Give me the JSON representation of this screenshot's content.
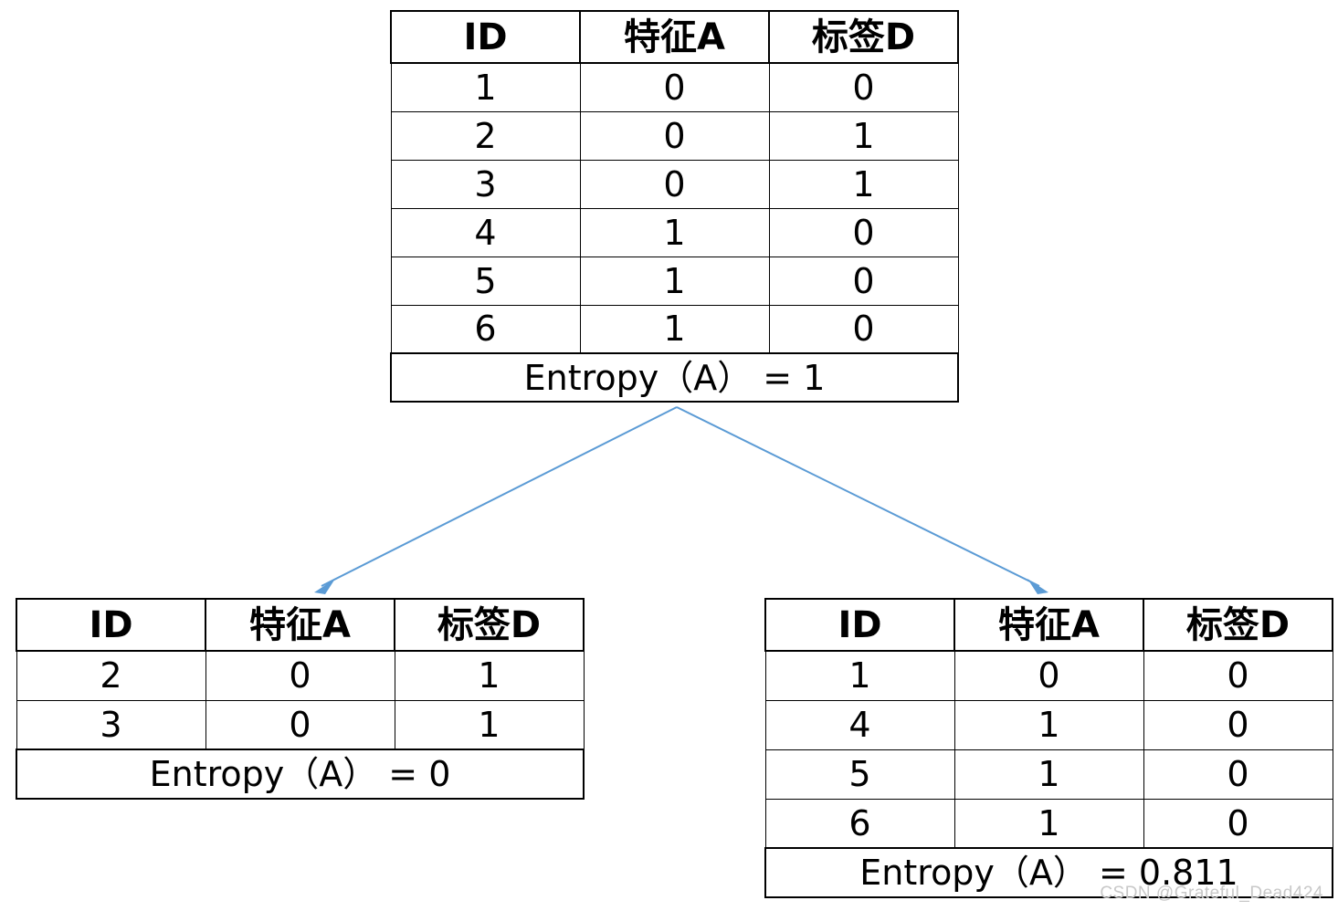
{
  "root_table": {
    "headers": [
      "ID",
      "特征A",
      "标签D"
    ],
    "rows": [
      [
        "1",
        "0",
        "0"
      ],
      [
        "2",
        "0",
        "1"
      ],
      [
        "3",
        "0",
        "1"
      ],
      [
        "4",
        "1",
        "0"
      ],
      [
        "5",
        "1",
        "0"
      ],
      [
        "6",
        "1",
        "0"
      ]
    ],
    "footer": "Entropy（A） = 1"
  },
  "left_table": {
    "headers": [
      "ID",
      "特征A",
      "标签D"
    ],
    "rows": [
      [
        "2",
        "0",
        "1"
      ],
      [
        "3",
        "0",
        "1"
      ]
    ],
    "footer": "Entropy（A） = 0"
  },
  "right_table": {
    "headers": [
      "ID",
      "特征A",
      "标签D"
    ],
    "rows": [
      [
        "1",
        "0",
        "0"
      ],
      [
        "4",
        "1",
        "0"
      ],
      [
        "5",
        "1",
        "0"
      ],
      [
        "6",
        "1",
        "0"
      ]
    ],
    "footer": "Entropy（A） = 0.811"
  },
  "arrow_color": "#5b9bd5",
  "watermark": "CSDN @Grateful_Dead424"
}
